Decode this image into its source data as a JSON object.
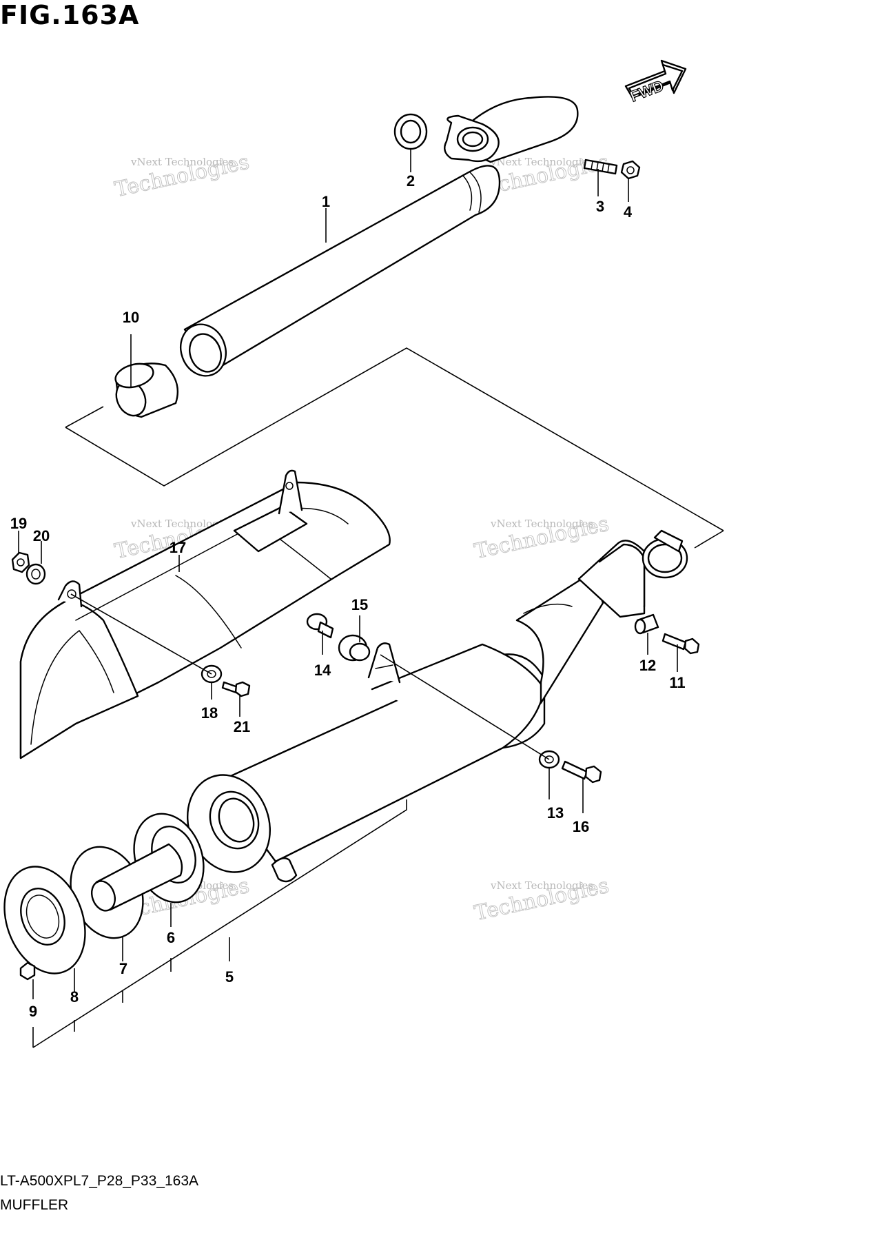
{
  "figure": {
    "title": "FIG.163A"
  },
  "direction_badge": {
    "label": "FWD"
  },
  "watermark": {
    "line1": "vNext Technologies",
    "line2": "Technologies"
  },
  "callouts": [
    {
      "id": "1",
      "label": "1"
    },
    {
      "id": "2",
      "label": "2"
    },
    {
      "id": "3",
      "label": "3"
    },
    {
      "id": "4",
      "label": "4"
    },
    {
      "id": "5",
      "label": "5"
    },
    {
      "id": "6",
      "label": "6"
    },
    {
      "id": "7",
      "label": "7"
    },
    {
      "id": "8",
      "label": "8"
    },
    {
      "id": "9",
      "label": "9"
    },
    {
      "id": "10",
      "label": "10"
    },
    {
      "id": "11",
      "label": "11"
    },
    {
      "id": "12",
      "label": "12"
    },
    {
      "id": "13",
      "label": "13"
    },
    {
      "id": "14",
      "label": "14"
    },
    {
      "id": "15",
      "label": "15"
    },
    {
      "id": "16",
      "label": "16"
    },
    {
      "id": "17",
      "label": "17"
    },
    {
      "id": "18",
      "label": "18"
    },
    {
      "id": "19",
      "label": "19"
    },
    {
      "id": "20",
      "label": "20"
    },
    {
      "id": "21",
      "label": "21"
    }
  ],
  "footer": {
    "code": "LT-A500XPL7_P28_P33_163A",
    "name": "MUFFLER"
  },
  "colors": {
    "ink": "#000000",
    "paper": "#ffffff",
    "watermark": "#b8b8b8"
  }
}
